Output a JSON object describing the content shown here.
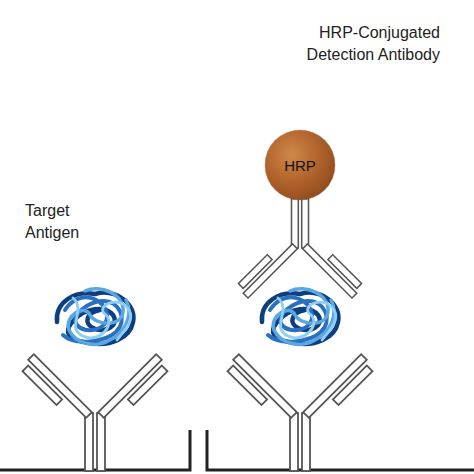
{
  "diagram": {
    "nodes": [
      {
        "text": [
          "HRP"
        ]
      }
    ],
    "labels": [
      "Target Antigen",
      "HRP-Conjugated Detection Antibody"
    ]
  }
}
